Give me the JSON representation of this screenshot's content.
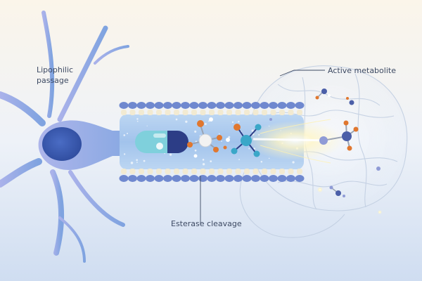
{
  "labels": {
    "lipophilic_line1": "Lipophilic",
    "lipophilic_line2": "passage",
    "active_metabolite": "Active metabolite",
    "esterase_cleavage": "Esterase cleavage"
  },
  "colors": {
    "background": "#eef3f9",
    "neuron": "#8c9ee0",
    "neuron_nucleus": "#3f5fb8",
    "channel": "#a9c9ee",
    "membrane_head": "#6f88cf",
    "membrane_tail": "#f2ead2",
    "capsule_teal": "#7fd0dc",
    "capsule_navy": "#2c3d86",
    "atom_orange": "#e0772f",
    "atom_teal": "#3aa7c8",
    "atom_navy": "#3c4f96",
    "glow": "#fff6c8"
  }
}
